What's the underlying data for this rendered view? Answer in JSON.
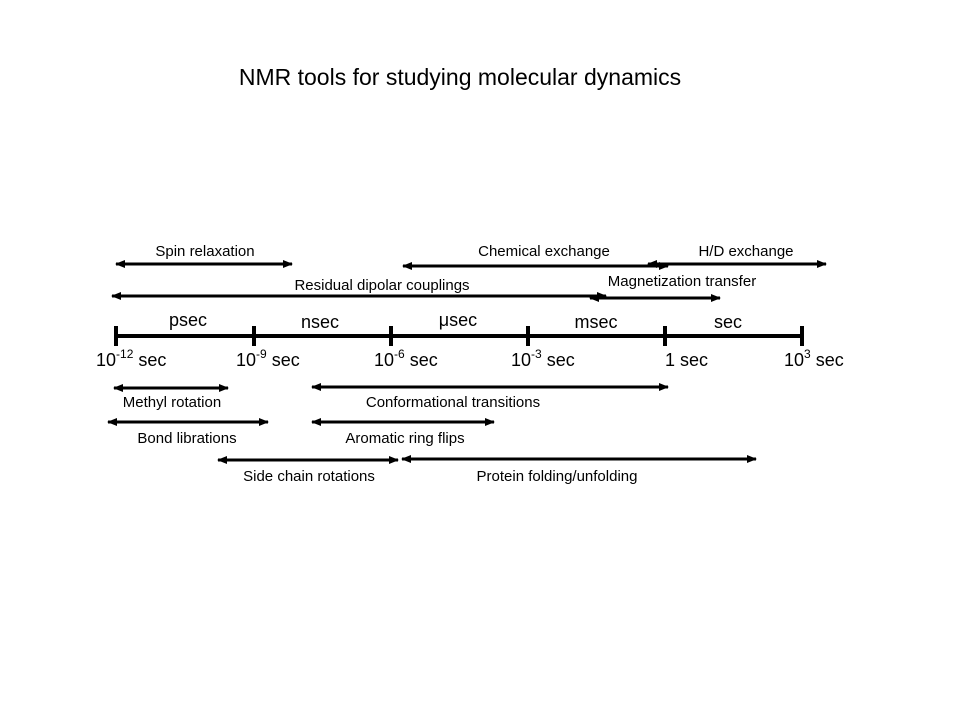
{
  "title": "NMR tools for studying molecular dynamics",
  "timescale": {
    "ticks": [
      {
        "base": "10",
        "exp": "-12",
        "unit": " sec"
      },
      {
        "base": "10",
        "exp": "-9",
        "unit": " sec"
      },
      {
        "base": "10",
        "exp": "-6",
        "unit": " sec"
      },
      {
        "base": "10",
        "exp": "-3",
        "unit": " sec"
      },
      {
        "base": "",
        "exp": "",
        "unit": "1 sec"
      },
      {
        "base": "10",
        "exp": "3",
        "unit": " sec"
      }
    ],
    "segments": [
      "psec",
      "nsec",
      "μsec",
      "msec",
      "sec"
    ]
  },
  "nmr_tools": [
    {
      "label": "Spin relaxation"
    },
    {
      "label": "Chemical exchange"
    },
    {
      "label": "H/D exchange"
    },
    {
      "label": "Residual dipolar couplings"
    },
    {
      "label": "Magnetization transfer"
    }
  ],
  "motions": [
    {
      "label": "Methyl rotation"
    },
    {
      "label": "Conformational transitions"
    },
    {
      "label": "Bond librations"
    },
    {
      "label": "Aromatic ring flips"
    },
    {
      "label": "Side chain rotations"
    },
    {
      "label": "Protein folding/unfolding"
    }
  ]
}
